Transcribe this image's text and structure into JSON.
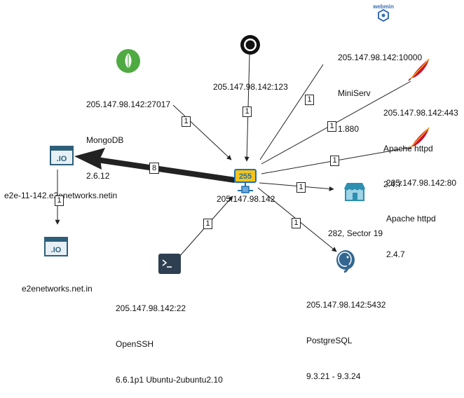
{
  "center": {
    "label": "205.147.98.142",
    "icon": "ip-address-network-icon"
  },
  "nodes": [
    {
      "id": "mongodb",
      "icon": "mongodb-leaf-icon",
      "lines": [
        "205.147.98.142:27017",
        "MongoDB",
        "2.6.12"
      ],
      "edge_count": "1"
    },
    {
      "id": "ntp",
      "icon": "ntp-circle-icon",
      "lines": [
        "205.147.98.142:123"
      ],
      "edge_count": "1"
    },
    {
      "id": "webmin",
      "icon": "webmin-logo-icon",
      "logo_text": "webmin",
      "lines": [
        "205.147.98.142:10000",
        "MiniServ",
        "1.880"
      ],
      "edge_count": "1"
    },
    {
      "id": "apache443",
      "icon": "apache-feather-icon",
      "lines": [
        "205.147.98.142:443",
        "Apache httpd",
        "2.4.7"
      ],
      "edge_count": "1"
    },
    {
      "id": "apache80",
      "icon": "apache-feather-icon",
      "lines": [
        "205.147.98.142:80",
        "Apache httpd",
        "2.4.7"
      ],
      "edge_count": "1"
    },
    {
      "id": "location",
      "icon": "storefront-icon",
      "lines": [
        "282, Sector 19"
      ],
      "edge_count": "1"
    },
    {
      "id": "postgres",
      "icon": "postgresql-elephant-icon",
      "lines": [
        "205.147.98.142:5432",
        "PostgreSQL",
        "9.3.21 - 9.3.24"
      ],
      "edge_count": "1"
    },
    {
      "id": "openssh",
      "icon": "terminal-icon",
      "lines": [
        "205.147.98.142:22",
        "OpenSSH",
        "6.6.1p1 Ubuntu-2ubuntu2.10"
      ],
      "edge_count": "1"
    },
    {
      "id": "hostname",
      "icon": "domain-io-icon",
      "icon_text": ".IO",
      "lines": [
        "e2e-11-142.e2enetworks.netin"
      ],
      "edge_count": "8"
    },
    {
      "id": "domain",
      "icon": "domain-io-icon",
      "icon_text": ".IO",
      "lines": [
        "e2enetworks.net.in"
      ],
      "edge_count": "1"
    }
  ],
  "colors": {
    "edge": "#222222",
    "ip_icon_fill": "#f5c518",
    "ip_icon_border": "#1f6fb2",
    "mongodb": "#4faa41",
    "apache": "#c8102e",
    "storefront": "#2e8fb0",
    "postgres": "#336791",
    "terminal": "#2f3f52",
    "domain_icon": "#2d5f7a",
    "webmin": "#3b6db3"
  }
}
